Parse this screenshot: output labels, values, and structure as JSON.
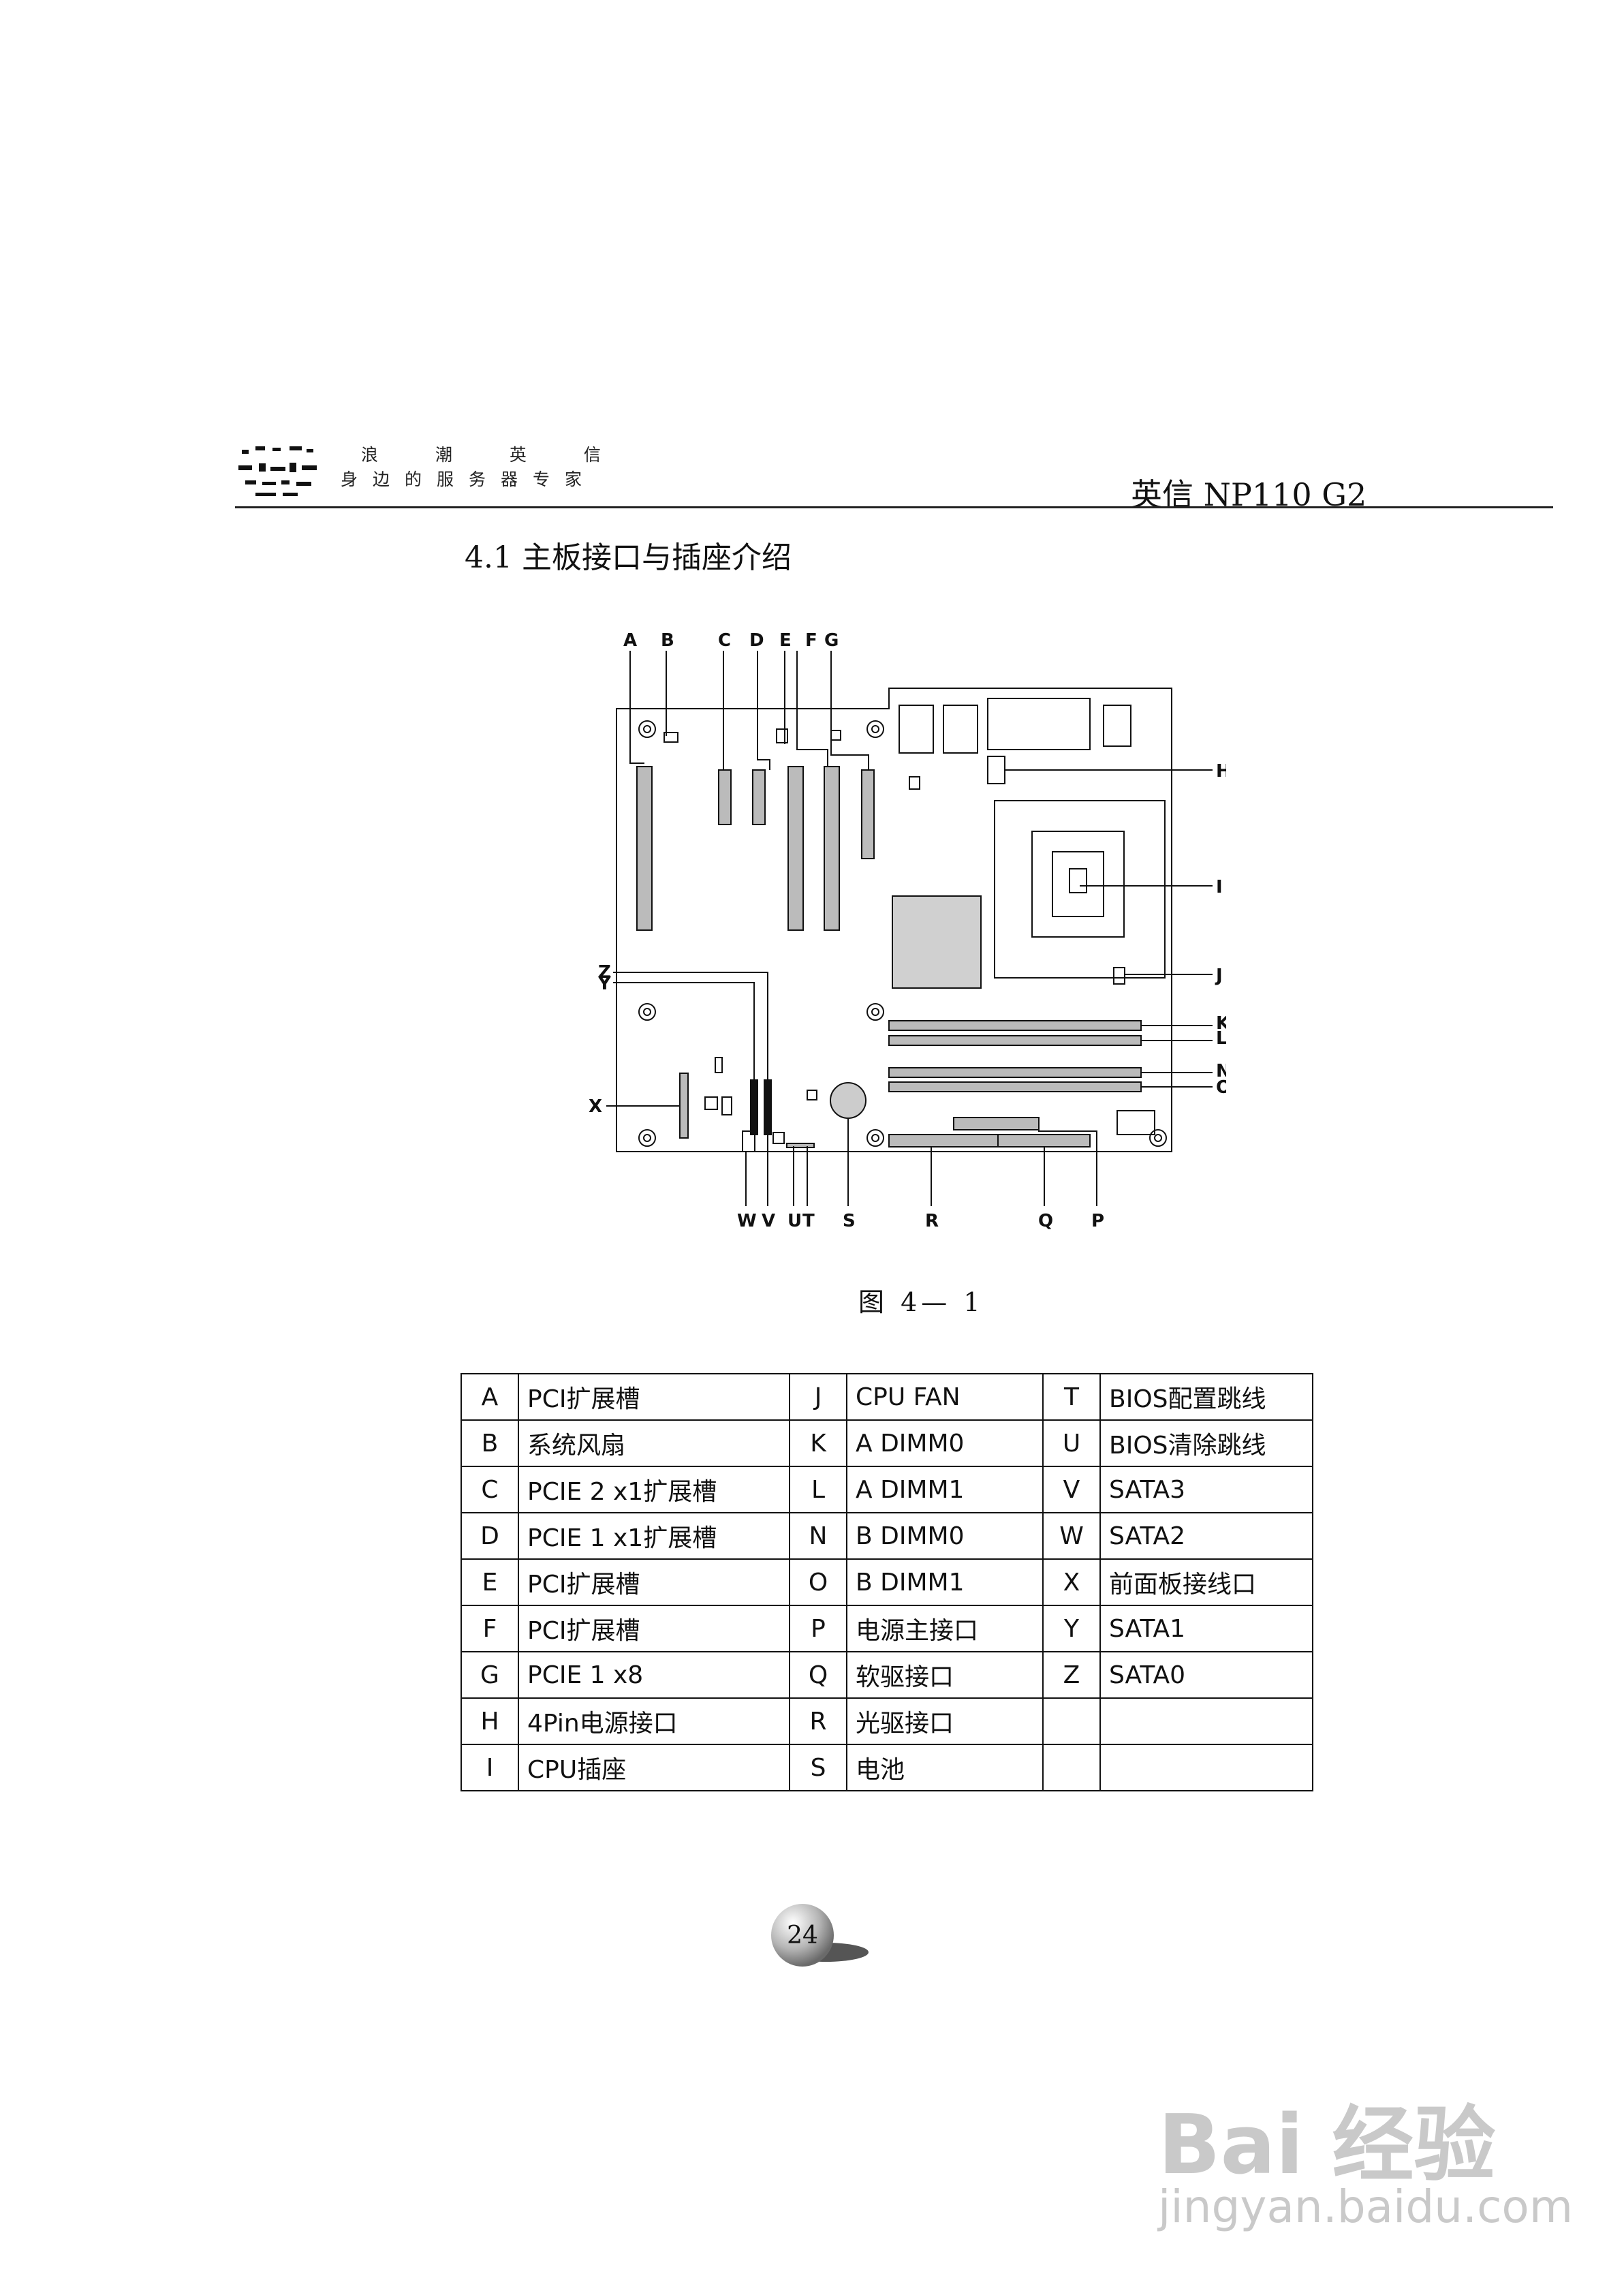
{
  "header": {
    "slogan_top": "浪 潮 英 信",
    "slogan_bottom": "身边的服务器专家",
    "model": "英信 NP110 G2"
  },
  "section_title": "4.1 主板接口与插座介绍",
  "figure": {
    "caption": "图 4— 1",
    "labels_top": [
      "A",
      "B",
      "C",
      "D",
      "E",
      "F",
      "G"
    ],
    "labels_right": [
      "H",
      "I",
      "J",
      "K",
      "L",
      "N",
      "O"
    ],
    "labels_left": [
      "Z",
      "Y",
      "X"
    ],
    "labels_bottom": [
      "W",
      "V",
      "U",
      "T",
      "S",
      "R",
      "Q",
      "P"
    ]
  },
  "parts_table": [
    [
      {
        "code": "A",
        "name": "PCI扩展槽"
      },
      {
        "code": "J",
        "name": "CPU FAN"
      },
      {
        "code": "T",
        "name": "BIOS配置跳线"
      }
    ],
    [
      {
        "code": "B",
        "name": "系统风扇"
      },
      {
        "code": "K",
        "name": "A DIMM0"
      },
      {
        "code": "U",
        "name": "BIOS清除跳线"
      }
    ],
    [
      {
        "code": "C",
        "name": "PCIE 2 x1扩展槽"
      },
      {
        "code": "L",
        "name": "A DIMM1"
      },
      {
        "code": "V",
        "name": "SATA3"
      }
    ],
    [
      {
        "code": "D",
        "name": "PCIE 1 x1扩展槽"
      },
      {
        "code": "N",
        "name": "B DIMM0"
      },
      {
        "code": "W",
        "name": "SATA2"
      }
    ],
    [
      {
        "code": "E",
        "name": "PCI扩展槽"
      },
      {
        "code": "O",
        "name": "B DIMM1"
      },
      {
        "code": "X",
        "name": "前面板接线口"
      }
    ],
    [
      {
        "code": "F",
        "name": "PCI扩展槽"
      },
      {
        "code": "P",
        "name": "电源主接口"
      },
      {
        "code": "Y",
        "name": "SATA1"
      }
    ],
    [
      {
        "code": "G",
        "name": "PCIE 1 x8"
      },
      {
        "code": "Q",
        "name": "软驱接口"
      },
      {
        "code": "Z",
        "name": "SATA0"
      }
    ],
    [
      {
        "code": "H",
        "name": "4Pin电源接口"
      },
      {
        "code": "R",
        "name": "光驱接口"
      },
      {
        "code": "",
        "name": ""
      }
    ],
    [
      {
        "code": "I",
        "name": "CPU插座"
      },
      {
        "code": "S",
        "name": "电池"
      },
      {
        "code": "",
        "name": ""
      }
    ]
  ],
  "page_number": "24",
  "watermark": {
    "brand": "Bai 经验",
    "url": "jingyan.baidu.com"
  }
}
